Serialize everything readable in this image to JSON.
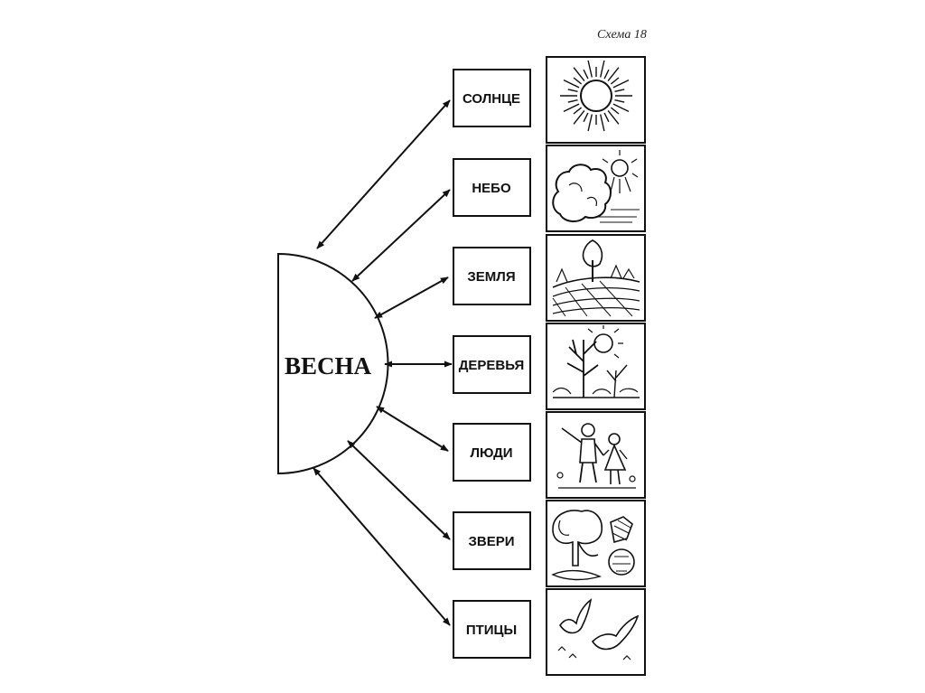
{
  "caption": "Схема 18",
  "center": {
    "label": "ВЕСНА"
  },
  "items": [
    {
      "label": "СОЛНЦЕ",
      "picture": "sun-icon"
    },
    {
      "label": "НЕБО",
      "picture": "sky-cloud-icon"
    },
    {
      "label": "ЗЕМЛЯ",
      "picture": "field-tree-icon"
    },
    {
      "label": "ДЕРЕВЬЯ",
      "picture": "trees-icon"
    },
    {
      "label": "ЛЮДИ",
      "picture": "children-icon"
    },
    {
      "label": "ЗВЕРИ",
      "picture": "animals-icon"
    },
    {
      "label": "ПТИЦЫ",
      "picture": "birds-icon"
    }
  ]
}
